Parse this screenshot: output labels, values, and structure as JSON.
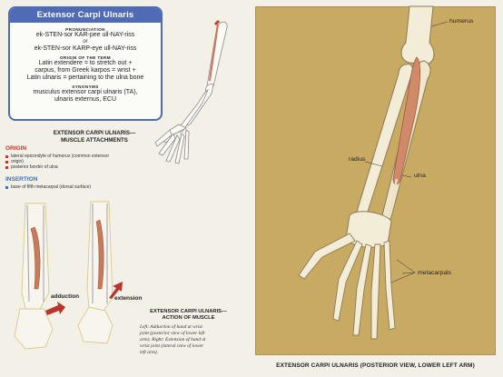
{
  "info_box": {
    "title": "Extensor Carpi Ulnaris",
    "pronunciation_head": "PRONUNCIATION",
    "pronunciation_1": "ek-STEN-sor KAR-pee ull-NAY-riss",
    "or_text": "or",
    "pronunciation_2": "ek-STEN-sor KARP-eye ull-NAY-riss",
    "origin_term_head": "ORIGIN OF THE TERM",
    "origin_term_lines": [
      "Latin extendere = to stretch out +",
      "carpus, from Greek karpos = wrist +",
      "Latin ulnaris = pertaining to the ulna bone"
    ],
    "synonyms_head": "SYNONYMS",
    "synonyms_lines": [
      "musculus extensor carpi ulnaris (TA),",
      "ulnaris externus, ECU"
    ]
  },
  "attachments": {
    "title_lines": [
      "EXTENSOR CARPI ULNARIS—",
      "MUSCLE ATTACHMENTS"
    ],
    "origin_head": "ORIGIN",
    "origin_items": [
      "lateral epicondyle of humerus (common extensor",
      "origin)",
      "posterior border of ulna"
    ],
    "insertion_head": "INSERTION",
    "insertion_items": [
      "base of fifth metacarpal (dorsal surface)"
    ]
  },
  "action": {
    "adduction_label": "adduction",
    "extension_label": "extension",
    "title_lines": [
      "EXTENSOR CARPI ULNARIS—",
      "ACTION OF MUSCLE"
    ],
    "desc_lines": [
      "Left: Adduction of hand at wrist",
      "joint (posterior view of lower left",
      "arm). Right: Extension of hand at",
      "wrist joint (lateral view of lower",
      "left arm)."
    ]
  },
  "panel": {
    "labels": {
      "humerus": "humerus",
      "radius": "radius",
      "ulna": "ulna",
      "metacarpals": "metacarpals"
    },
    "caption": "EXTENSOR CARPI ULNARIS (POSTERIOR VIEW, LOWER LEFT ARM)"
  },
  "colors": {
    "accent_blue": "#4f6bb5",
    "origin_red": "#c0392b",
    "insertion_blue": "#3d6fb4",
    "panel_bg": "#c9aa63",
    "muscle": "#c87a5a",
    "arrow": "#b8352b"
  }
}
